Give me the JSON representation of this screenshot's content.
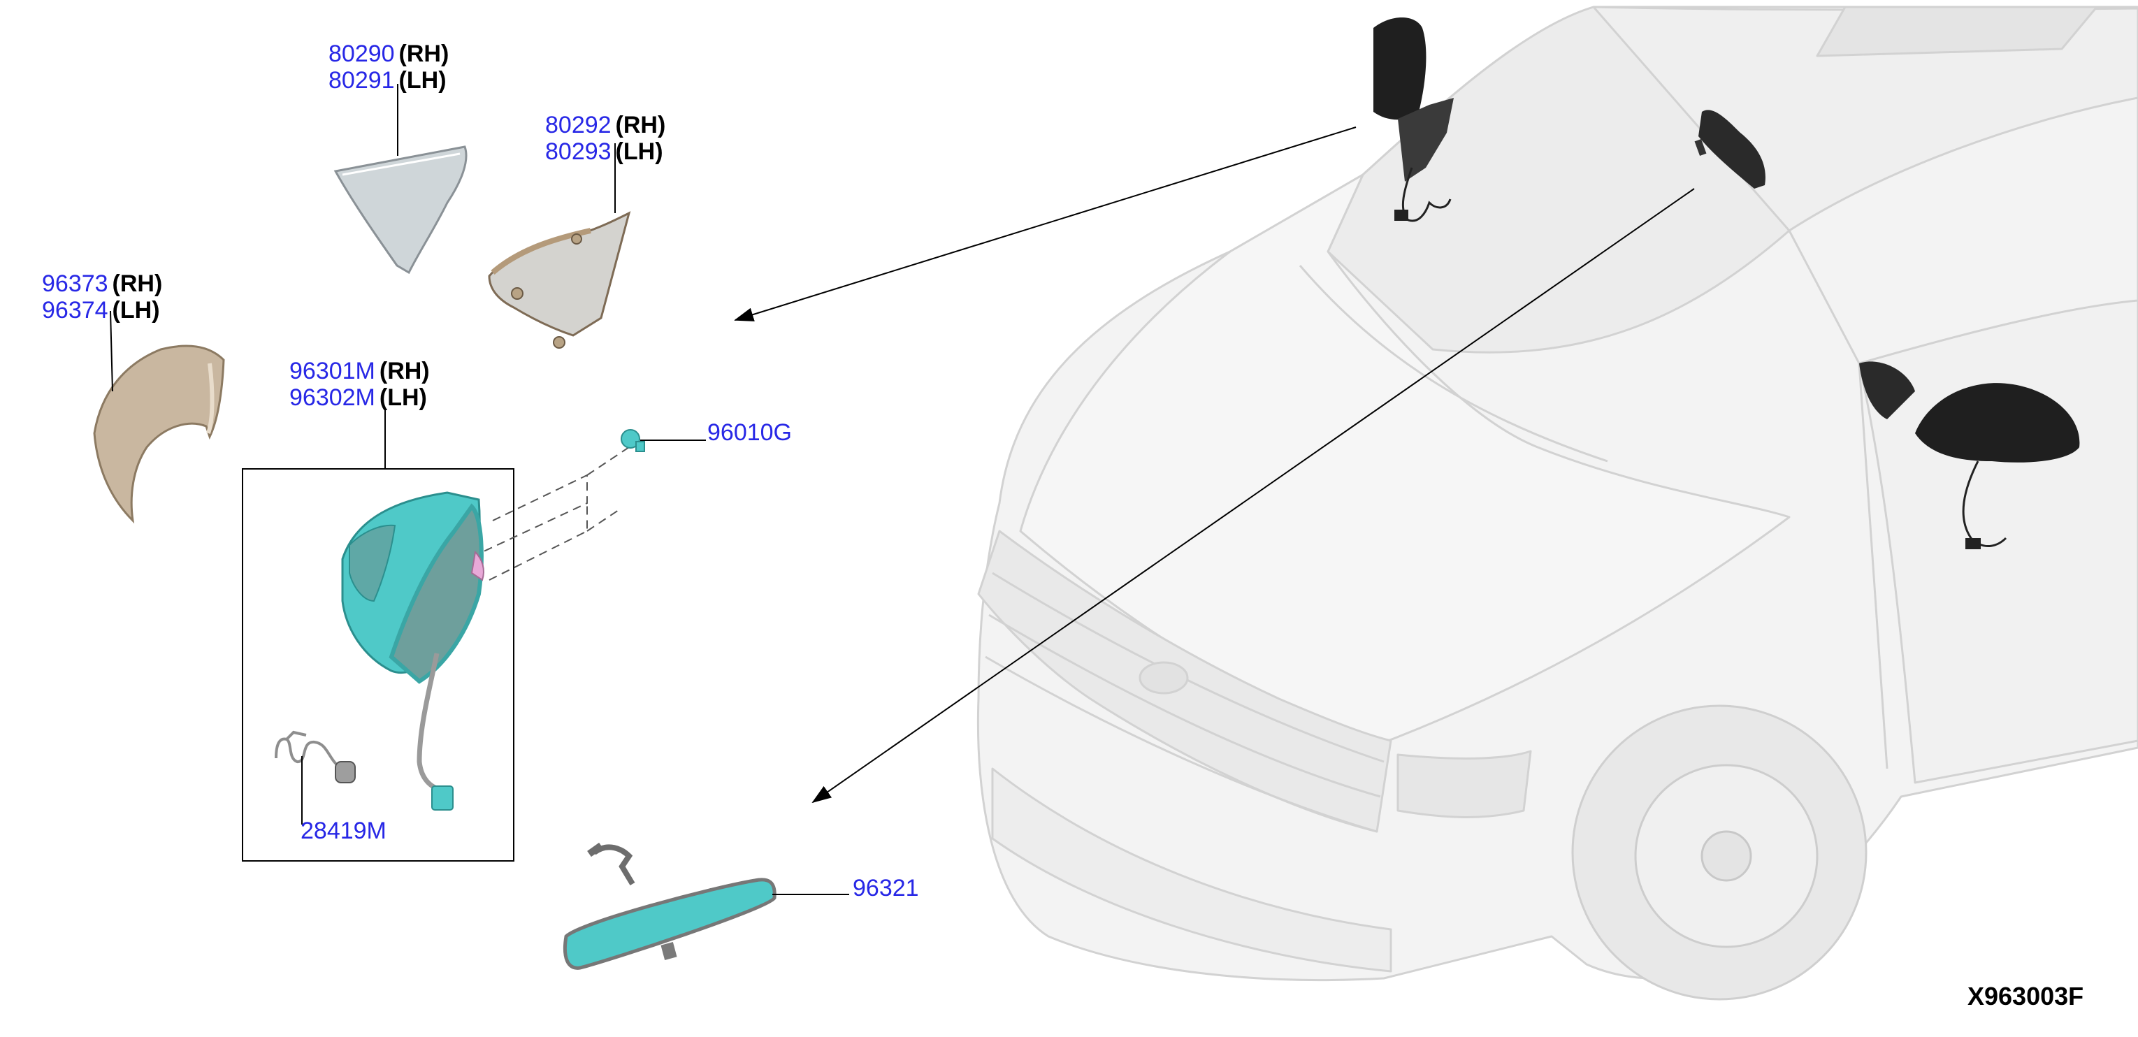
{
  "callouts": [
    {
      "id": "c-80290",
      "parts": [
        "80290",
        "80291"
      ],
      "sides": [
        "(RH)",
        "(LH)"
      ]
    },
    {
      "id": "c-80292",
      "parts": [
        "80292",
        "80293"
      ],
      "sides": [
        "(RH)",
        "(LH)"
      ]
    },
    {
      "id": "c-96373",
      "parts": [
        "96373",
        "96374"
      ],
      "sides": [
        "(RH)",
        "(LH)"
      ]
    },
    {
      "id": "c-96301",
      "parts": [
        "96301M",
        "96302M"
      ],
      "sides": [
        "(RH)",
        "(LH)"
      ]
    },
    {
      "id": "c-96010",
      "parts": [
        "96010G"
      ],
      "sides": []
    },
    {
      "id": "c-28419",
      "parts": [
        "28419M"
      ],
      "sides": []
    },
    {
      "id": "c-96321",
      "parts": [
        "96321"
      ],
      "sides": []
    }
  ],
  "figure_number": "X963003F",
  "colors": {
    "part_number": "#2727e6",
    "side_label": "#000000",
    "highlight_part": "#4fc9c8",
    "mirror_glass": "#6e9f9c",
    "cover": "#c9b7a0",
    "vehicle_ghost": "#d9d9d9",
    "mirror_housing": "#1f1f1f"
  }
}
